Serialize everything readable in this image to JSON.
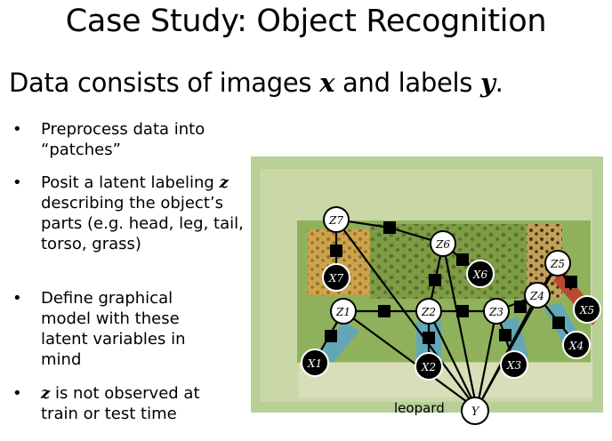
{
  "slide": {
    "title": "Case Study: Object Recognition",
    "subtitle_prefix": "Data consists of images ",
    "subtitle_x": "x",
    "subtitle_mid": " and labels ",
    "subtitle_y": "y",
    "subtitle_end": "."
  },
  "bullets": [
    {
      "pre": "Preprocess data into “patches”"
    },
    {
      "pre": "Posit a latent labeling ",
      "var": "z",
      "post": " describing the object’s parts (e.g. head, leg, tail, torso, grass)"
    },
    {
      "pre": "Define graphical model with these latent variables in mind"
    },
    {
      "pre": "",
      "var": "z",
      "post": " is not observed at train or test time"
    }
  ],
  "figure": {
    "label_text": "leopard",
    "nodes": {
      "z7": "Z7",
      "z6": "Z6",
      "z5": "Z5",
      "z1": "Z1",
      "z2": "Z2",
      "z3": "Z3",
      "z4": "Z4",
      "x7": "X7",
      "x6": "X6",
      "x5": "X5",
      "x1": "X1",
      "x2": "X2",
      "x3": "X3",
      "x4": "X4",
      "y": "Y"
    },
    "colors": {
      "grass": "#8fb35a",
      "leopard": "#6e8a3c",
      "factor": "#000000",
      "node_fill": "#ffffff",
      "observed_fill": "#000000",
      "patch_orange": "#d9a440",
      "patch_blue": "#5aa6c7",
      "patch_red": "#c0392b"
    }
  }
}
